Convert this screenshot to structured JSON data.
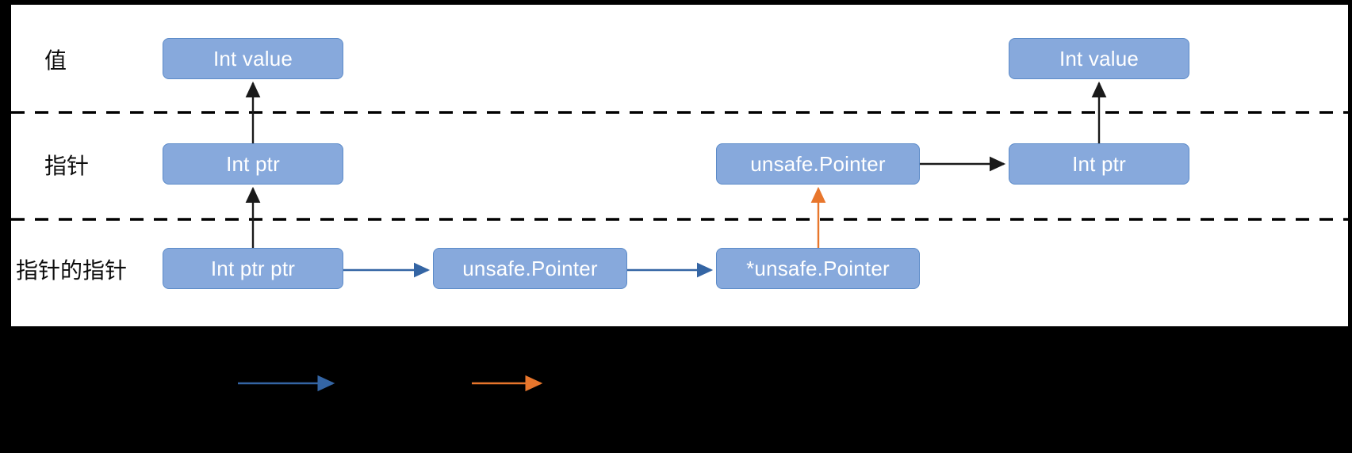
{
  "canvas": {
    "background": "#ffffff",
    "outer_background": "#000000"
  },
  "colors": {
    "node_fill": "#87A9DC",
    "node_border": "#5B8AC8",
    "node_text": "#ffffff",
    "label_text": "#0d0d0d",
    "arrow_black": "#1a1a1a",
    "arrow_blue": "#3465A4",
    "arrow_orange": "#E8762C",
    "divider": "#000000"
  },
  "rows": [
    {
      "id": "value",
      "label": "值"
    },
    {
      "id": "pointer",
      "label": "指针"
    },
    {
      "id": "pointer_ptr",
      "label": "指针的指针"
    }
  ],
  "nodes": [
    {
      "id": "int-value-left",
      "label": "Int value",
      "row": "value"
    },
    {
      "id": "int-value-right",
      "label": "Int value",
      "row": "value"
    },
    {
      "id": "int-ptr-left",
      "label": "Int ptr",
      "row": "pointer"
    },
    {
      "id": "unsafe-pointer-mid",
      "label": "unsafe.Pointer",
      "row": "pointer"
    },
    {
      "id": "int-ptr-right",
      "label": "Int ptr",
      "row": "pointer"
    },
    {
      "id": "int-ptr-ptr",
      "label": "Int ptr ptr",
      "row": "pointer_ptr"
    },
    {
      "id": "unsafe-pointer-bot",
      "label": "unsafe.Pointer",
      "row": "pointer_ptr"
    },
    {
      "id": "star-unsafe-ptr",
      "label": "*unsafe.Pointer",
      "row": "pointer_ptr"
    }
  ],
  "edges": [
    {
      "id": "e1",
      "from": "int-ptr-ptr",
      "to": "int-ptr-left",
      "color": "black",
      "direction": "up"
    },
    {
      "id": "e2",
      "from": "int-ptr-left",
      "to": "int-value-left",
      "color": "black",
      "direction": "up"
    },
    {
      "id": "e3",
      "from": "int-ptr-ptr",
      "to": "unsafe-pointer-bot",
      "color": "blue",
      "direction": "right"
    },
    {
      "id": "e4",
      "from": "unsafe-pointer-bot",
      "to": "star-unsafe-ptr",
      "color": "blue",
      "direction": "right"
    },
    {
      "id": "e5",
      "from": "star-unsafe-ptr",
      "to": "unsafe-pointer-mid",
      "color": "orange",
      "direction": "up"
    },
    {
      "id": "e6",
      "from": "unsafe-pointer-mid",
      "to": "int-ptr-right",
      "color": "black",
      "direction": "right"
    },
    {
      "id": "e7",
      "from": "int-ptr-right",
      "to": "int-value-right",
      "color": "black",
      "direction": "up"
    }
  ],
  "legend": [
    {
      "id": "legend-blue-arrow",
      "color": "blue",
      "label": ""
    },
    {
      "id": "legend-orange-arrow",
      "color": "orange",
      "label": ""
    }
  ]
}
